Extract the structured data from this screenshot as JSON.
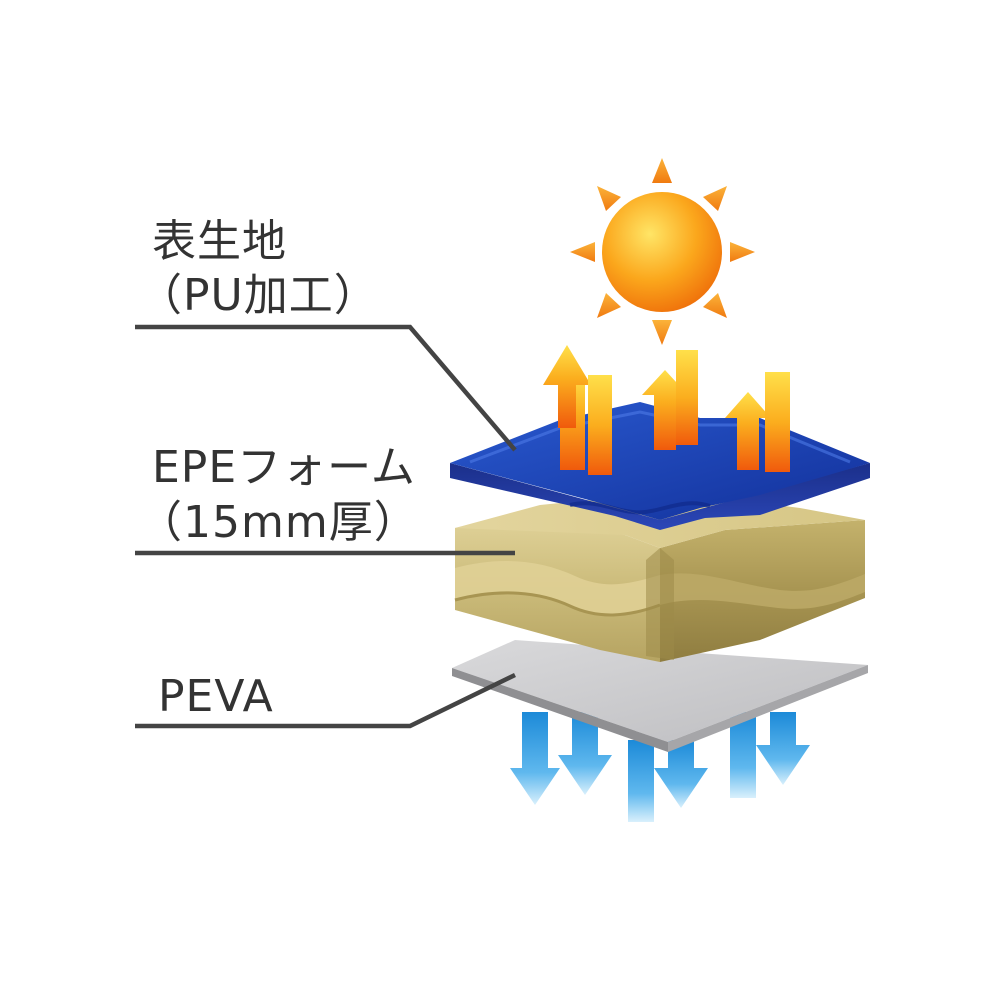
{
  "labels": {
    "top_layer": {
      "line1": "表生地",
      "line2": "（PU加工）"
    },
    "middle_layer": {
      "line1": "EPEフォーム",
      "line2": "（15mm厚）"
    },
    "bottom_layer": {
      "line1": "PEVA"
    }
  },
  "colors": {
    "label_text": "#333333",
    "leader_line": "#444444",
    "top_layer": "#1a3ea8",
    "foam": "#cdbd7f",
    "bottom_layer": "#c2c2c4",
    "sun": "#f59a12",
    "heat_arrow": "#f07a10",
    "cool_arrow": "#2a9ae0"
  },
  "icons": {
    "sun": "sun-icon",
    "heat_arrows": "up-arrow-icon",
    "cool_arrows": "down-arrow-icon"
  }
}
